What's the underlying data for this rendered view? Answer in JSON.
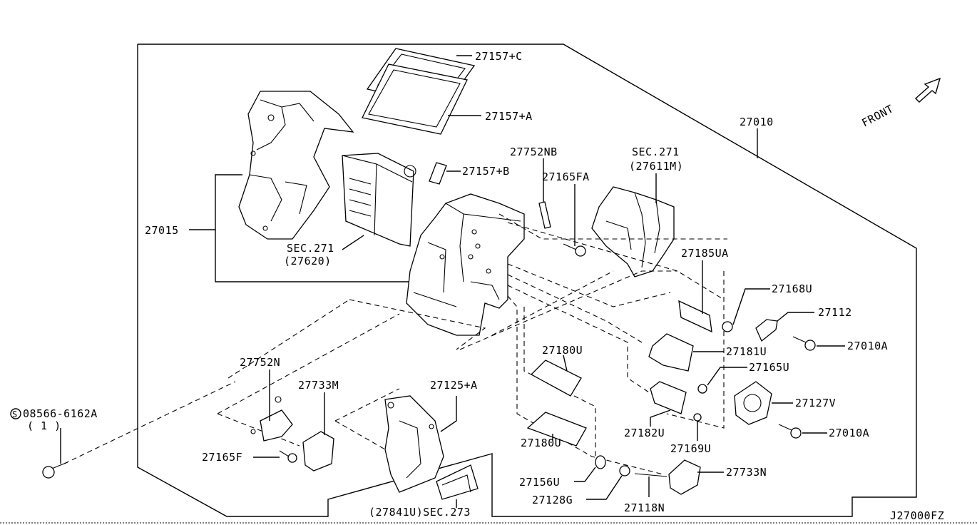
{
  "diagram": {
    "direction_label": "FRONT",
    "code": "J27000FZ",
    "labels": {
      "p27157C": "27157+C",
      "p27157A": "27157+A",
      "p27157B": "27157+B",
      "p27010": "27010",
      "p27752NB": "27752NB",
      "p27165FA": "27165FA",
      "sec271_top": "SEC.271",
      "p27611M": "(27611M)",
      "p27015": "27015",
      "sec271_left": "SEC.271",
      "p27620": "(27620)",
      "p27185UA": "27185UA",
      "p27168U": "27168U",
      "p27112": "27112",
      "p27010A_1": "27010A",
      "p27181U": "27181U",
      "p27180U_1": "27180U",
      "p27165U": "27165U",
      "p27127V": "27127V",
      "p27752N": "27752N",
      "p27733M": "27733M",
      "p27125A": "27125+A",
      "bolt_circle": "S",
      "bolt_part": "08566-6162A",
      "bolt_qty": "( 1 )",
      "p27182U": "27182U",
      "p27010A_2": "27010A",
      "p27165F": "27165F",
      "p27180U_2": "27180U",
      "p27169U": "27169U",
      "p27733N": "27733N",
      "p27156U": "27156U",
      "p27128G": "27128G",
      "p27118N": "27118N",
      "p27841U": "(27841U)SEC.273"
    }
  }
}
